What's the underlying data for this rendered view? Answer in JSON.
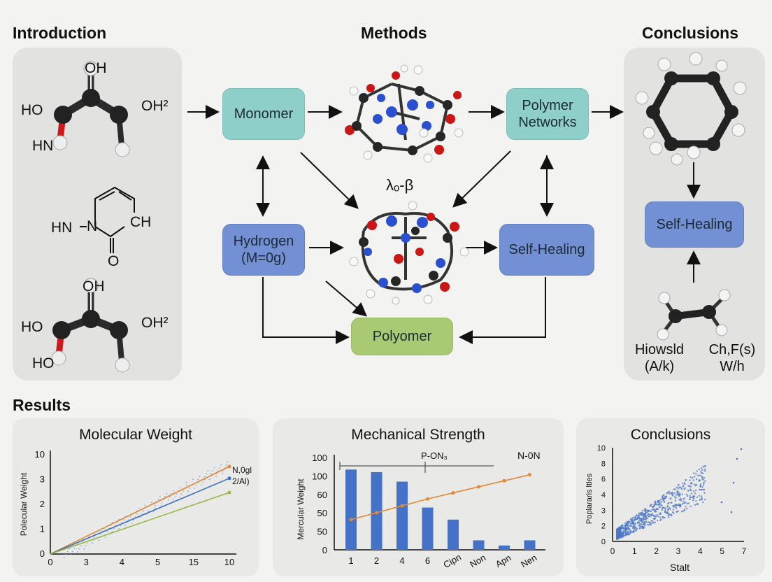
{
  "headings": {
    "introduction": "Introduction",
    "methods": "Methods",
    "conclusions": "Conclusions",
    "results": "Results"
  },
  "intro": {
    "mol1": {
      "top": "OH",
      "left": "HO",
      "right": "OH²",
      "bottom_left": "HN"
    },
    "ring": {
      "left": "HN",
      "n": "N",
      "right": "CH",
      "bottom": "O"
    },
    "mol3": {
      "top": "OH",
      "left": "HO",
      "right": "OH²",
      "bottom_left": "HO"
    }
  },
  "methods": {
    "monomer": "Monomer",
    "polymer_networks_line1": "Polymer",
    "polymer_networks_line2": "Networks",
    "hydrogen_line1": "Hydrogen",
    "hydrogen_line2": "(M=0g)",
    "self_healing": "Self-Healing",
    "polyomer": "Polyomer",
    "lambda_label": "λₒ-β"
  },
  "conclusions_panel": {
    "self_healing": "Self-Healing",
    "label_left_1": "Hiowsld",
    "label_left_2": "(A/k)",
    "label_right_1": "Ch,F(s)",
    "label_right_2": "W/h"
  },
  "colors": {
    "teal": "#8ecfca",
    "blue": "#7390d4",
    "green": "#a9c972",
    "orange_series": "#e08a3a",
    "blue_series": "#3b6fc4",
    "green_series": "#97b84a"
  },
  "chart_data": [
    {
      "type": "line",
      "title": "Molecular Weight",
      "ylabel": "Polecular Weight",
      "xlabel": "",
      "x_ticks": [
        "0",
        "3",
        "4",
        "5",
        "15",
        "10"
      ],
      "y_ticks": [
        "0",
        "1",
        "2",
        "3",
        "10"
      ],
      "annotation_1": "N,0gl",
      "annotation_2": "2/Al)",
      "series": [
        {
          "values": [
            0,
            3.7
          ],
          "color": "orange"
        },
        {
          "values": [
            0,
            3.2
          ],
          "color": "blue"
        },
        {
          "values": [
            0,
            2.6
          ],
          "color": "green"
        }
      ]
    },
    {
      "type": "bar",
      "title": "Mechanical Strength",
      "ylabel": "Mercular Weight",
      "categories": [
        "1",
        "2",
        "4",
        "6",
        "Cipn",
        "Non",
        "Apn",
        "Nen"
      ],
      "y_ticks": [
        "0",
        "50",
        "50",
        "60",
        "100",
        "100"
      ],
      "values": [
        93,
        90,
        79,
        49,
        35,
        11,
        5,
        11
      ],
      "line_values": [
        35,
        43,
        51,
        59,
        66,
        73,
        80,
        87
      ],
      "line_label_left": "P-ON₃",
      "line_label_right": "N-0N"
    },
    {
      "type": "scatter",
      "title": "Conclusions",
      "ylabel": "Poplararis ltles",
      "xlabel": "Stalt",
      "x_ticks": [
        "0",
        "1",
        "2",
        "3",
        "4",
        "5",
        "7"
      ],
      "y_ticks": [
        "0",
        "2",
        "3",
        "4",
        "6",
        "8",
        "10"
      ]
    }
  ]
}
